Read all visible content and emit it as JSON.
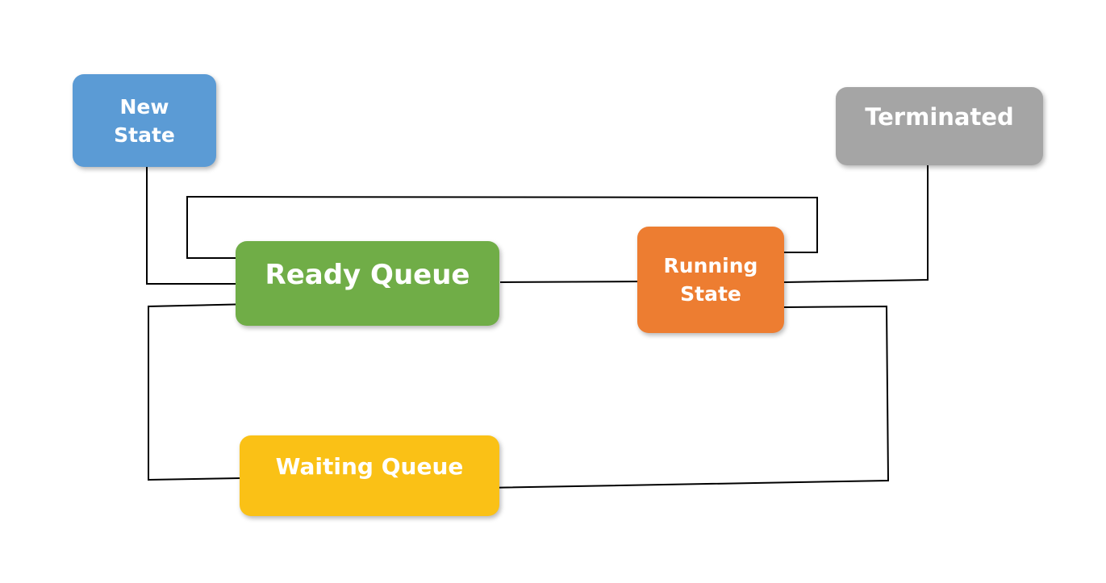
{
  "diagram": {
    "nodes": {
      "new_state": {
        "lines": [
          "New",
          "State"
        ],
        "color": "#5B9BD5"
      },
      "ready_queue": {
        "lines": [
          "Ready Queue"
        ],
        "color": "#70AD47"
      },
      "running_state": {
        "lines": [
          "Running",
          "State"
        ],
        "color": "#ED7D31"
      },
      "waiting_queue": {
        "lines": [
          "Waiting Queue"
        ],
        "color": "#FAC116"
      },
      "terminated": {
        "lines": [
          "Terminated"
        ],
        "color": "#A5A5A5"
      }
    },
    "edge_color": "#000000",
    "edges": [
      {
        "from": "new_state",
        "to": "ready_queue"
      },
      {
        "from": "ready_queue",
        "to": "running_state"
      },
      {
        "from": "running_state",
        "to": "ready_queue"
      },
      {
        "from": "running_state",
        "to": "terminated"
      },
      {
        "from": "running_state",
        "to": "waiting_queue"
      },
      {
        "from": "waiting_queue",
        "to": "ready_queue"
      }
    ]
  }
}
